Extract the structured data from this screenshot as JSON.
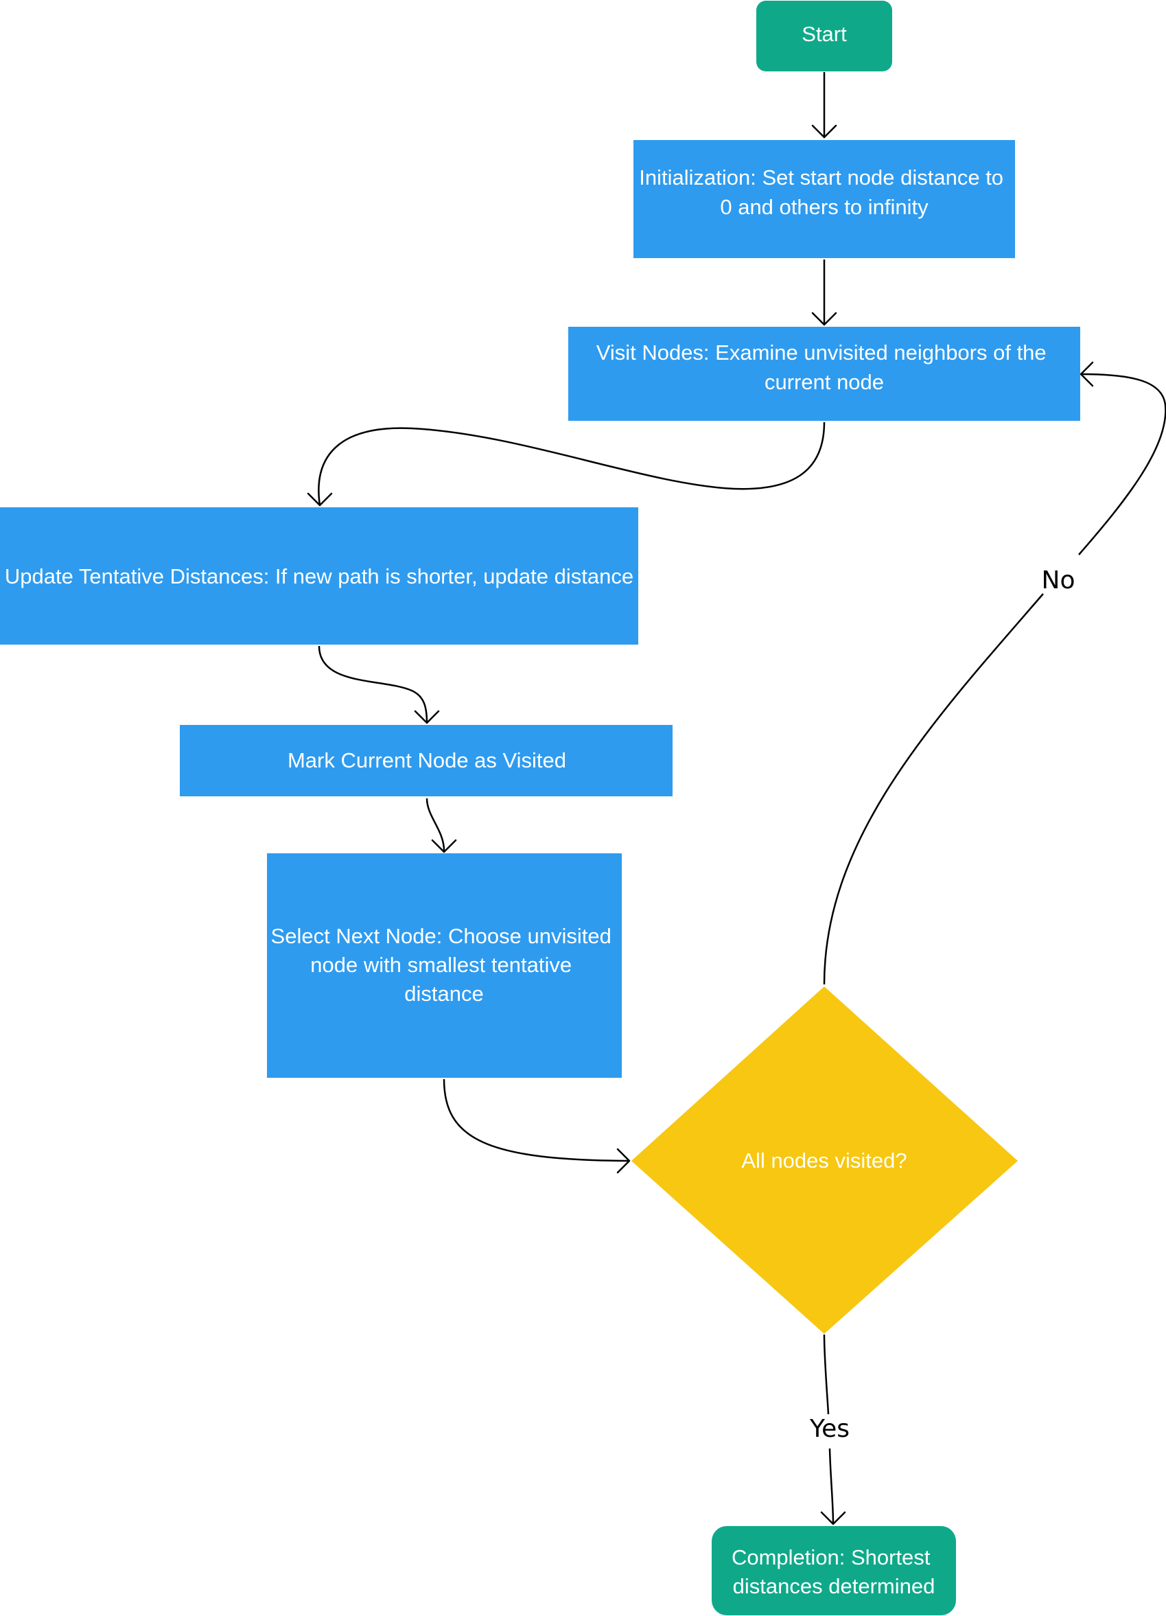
{
  "colors": {
    "terminal": "#0FA98A",
    "process": "#2E9BEF",
    "decision": "#F7C711",
    "edge": "#000000",
    "text_on_shape": "#FFFFFF"
  },
  "nodes": {
    "start": {
      "lines": [
        "Start"
      ]
    },
    "init": {
      "lines": [
        "Initialization: Set start node distance to",
        "0 and others to infinity"
      ]
    },
    "visit": {
      "lines": [
        "Visit Nodes: Examine unvisited neighbors of the",
        "current node"
      ]
    },
    "update": {
      "lines": [
        "Update Tentative Distances: If new path is shorter, update distance"
      ]
    },
    "mark": {
      "lines": [
        "Mark Current Node as Visited"
      ]
    },
    "select": {
      "lines": [
        "Select Next Node: Choose unvisited",
        "node with smallest tentative",
        "distance"
      ]
    },
    "decision": {
      "lines": [
        "All nodes visited?"
      ]
    },
    "complete": {
      "lines": [
        "Completion: Shortest",
        "distances determined"
      ]
    }
  },
  "edges": {
    "no_label": "No",
    "yes_label": "Yes"
  }
}
